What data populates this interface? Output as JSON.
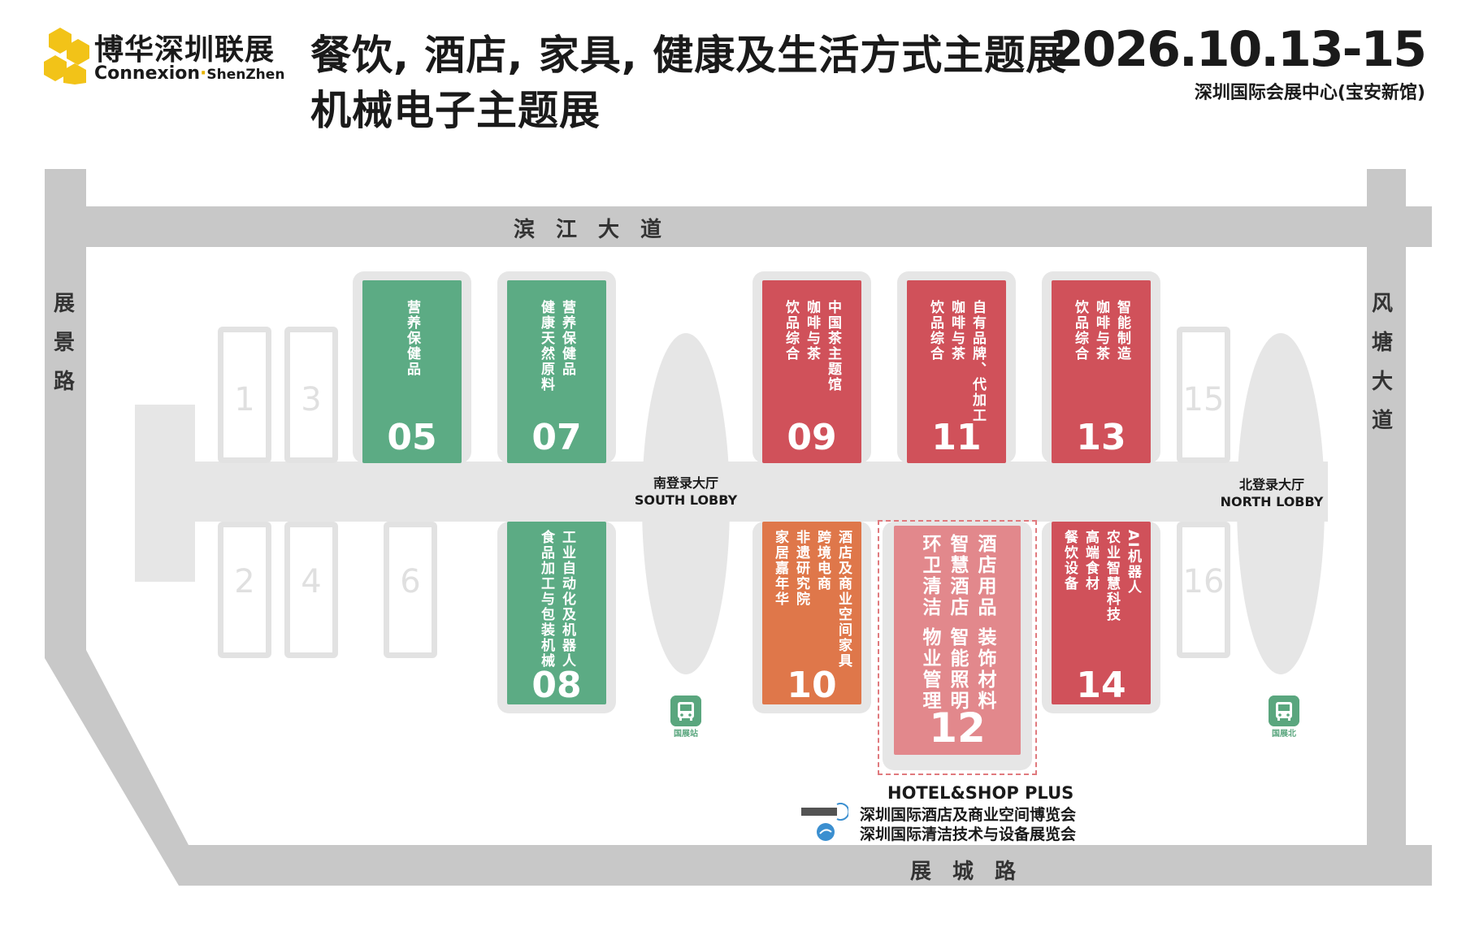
{
  "header": {
    "logo_cn": "博华深圳联展",
    "logo_en": "Connexion",
    "logo_en_dot": "·",
    "logo_en_city": "ShenZhen",
    "title_line1": "餐饮, 酒店, 家具, 健康及生活方式主题展",
    "title_line2": "机械电子主题展",
    "date": "2026.10.13-15",
    "venue": "深圳国际会展中心(宝安新馆)"
  },
  "roads": {
    "north": "滨江大道",
    "south": "展城路",
    "west": "展景路",
    "east": "风塘大道"
  },
  "lobbies": {
    "south_cn": "南登录大厅",
    "south_en": "SOUTH LOBBY",
    "north_cn": "北登录大厅",
    "north_en": "NORTH LOBBY"
  },
  "metro": {
    "west": "国展站",
    "east": "国展北"
  },
  "halls": {
    "h05": {
      "num": "05",
      "lines": [
        "营养保健品"
      ]
    },
    "h07": {
      "num": "07",
      "lines": [
        "营养保健品",
        "健康天然原料"
      ]
    },
    "h08": {
      "num": "08",
      "lines": [
        "工业自动化及机器人",
        "食品加工与包装机械"
      ]
    },
    "h09": {
      "num": "09",
      "lines": [
        "中国茶主题馆",
        "咖啡与茶",
        "饮品综合"
      ]
    },
    "h10": {
      "num": "10",
      "lines": [
        "酒店及商业空间家具",
        "跨境电商",
        "非遗研究院",
        "家居嘉年华"
      ]
    },
    "h11": {
      "num": "11",
      "lines": [
        "自有品牌、代加工",
        "咖啡与茶",
        "饮品综合"
      ]
    },
    "h12": {
      "num": "12",
      "lines": [
        "酒店用品 装饰材料",
        "智慧酒店 智能照明",
        "环卫清洁 物业管理"
      ]
    },
    "h13": {
      "num": "13",
      "lines": [
        "智能制造",
        "咖啡与茶",
        "饮品综合"
      ]
    },
    "h14": {
      "num": "14",
      "lines": [
        "AI机器人",
        "农业智慧科技",
        "高端食材",
        "餐饮设备"
      ]
    }
  },
  "empty_halls": [
    "1",
    "2",
    "3",
    "4",
    "6",
    "15",
    "16"
  ],
  "hotel_shop": {
    "title": "HOTEL&SHOP PLUS",
    "line1": "深圳国际酒店及商业空间博览会",
    "line2": "深圳国际清洁技术与设备展览会"
  },
  "colors": {
    "green": "#5cab84",
    "red": "#d0515a",
    "orange": "#df774a",
    "pink": "#e2888c",
    "road": "#c8c8c8",
    "logo_yellow": "#f2c318"
  }
}
